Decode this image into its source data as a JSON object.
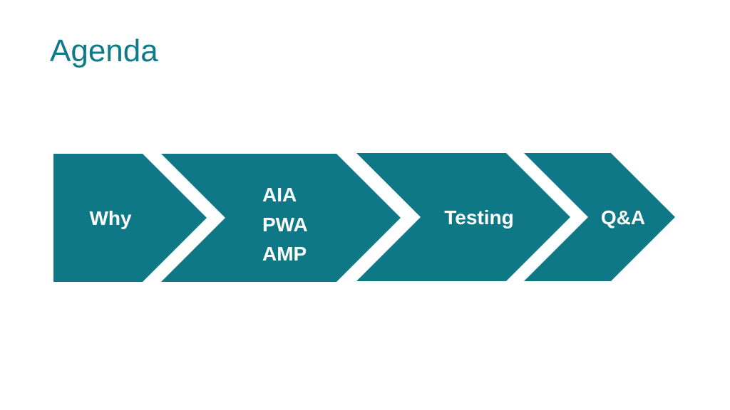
{
  "title": "Agenda",
  "colors": {
    "title": "#0e7a8a",
    "arrow_fill": "#0f7886",
    "background": "#ffffff",
    "label": "#ffffff"
  },
  "steps": [
    {
      "lines": [
        "Why"
      ]
    },
    {
      "lines": [
        "AIA",
        "PWA",
        "AMP"
      ]
    },
    {
      "lines": [
        "Testing"
      ]
    },
    {
      "lines": [
        "Q&A"
      ]
    }
  ]
}
